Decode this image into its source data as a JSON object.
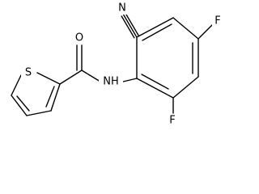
{
  "molecule": {
    "atoms": {
      "nitrogen_nitrile": "N",
      "oxygen_carbonyl": "O",
      "sulfur_thiophene": "S",
      "nitrogen_amide": "NH",
      "fluorine_top": "F",
      "fluorine_bottom": "F"
    }
  }
}
